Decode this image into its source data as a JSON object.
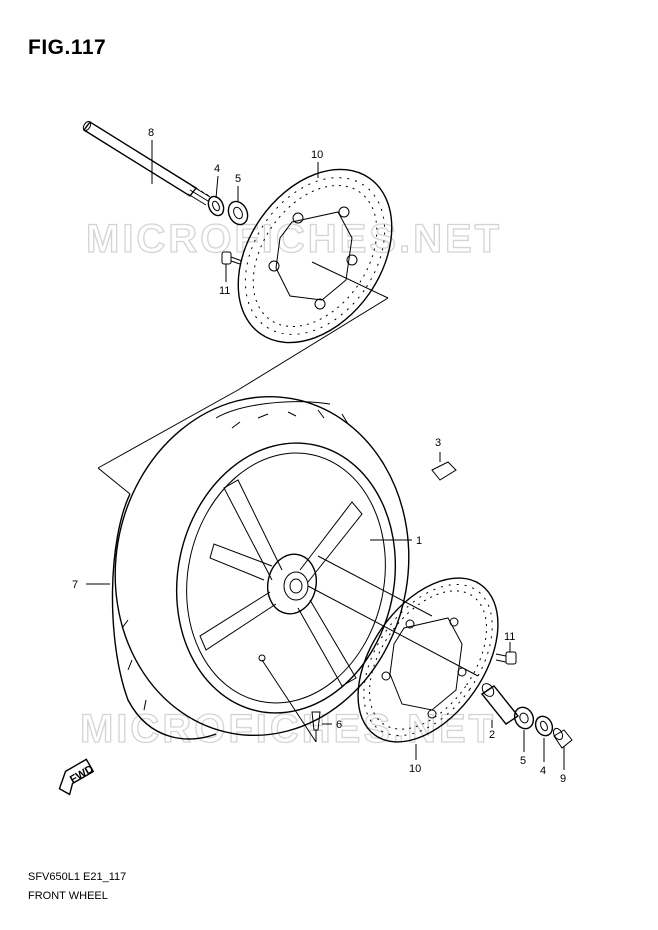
{
  "figure": {
    "title": "FIG.117",
    "code": "SFV650L1 E21_117",
    "name": "FRONT WHEEL"
  },
  "watermark": {
    "text": "MICROFICHES.NET"
  },
  "callouts": {
    "c8": "8",
    "c4_top": "4",
    "c5_top": "5",
    "c10_top": "10",
    "c11_top": "11",
    "c3": "3",
    "c1": "1",
    "c7": "7",
    "c11_right": "11",
    "c6": "6",
    "c2": "2",
    "c5_bottom": "5",
    "c4_bottom": "4",
    "c9": "9",
    "c10_bottom": "10"
  },
  "direction_badge": {
    "text": "FWD"
  },
  "colors": {
    "ink": "#000000",
    "watermark": "#d4d4d4",
    "background": "#ffffff"
  }
}
